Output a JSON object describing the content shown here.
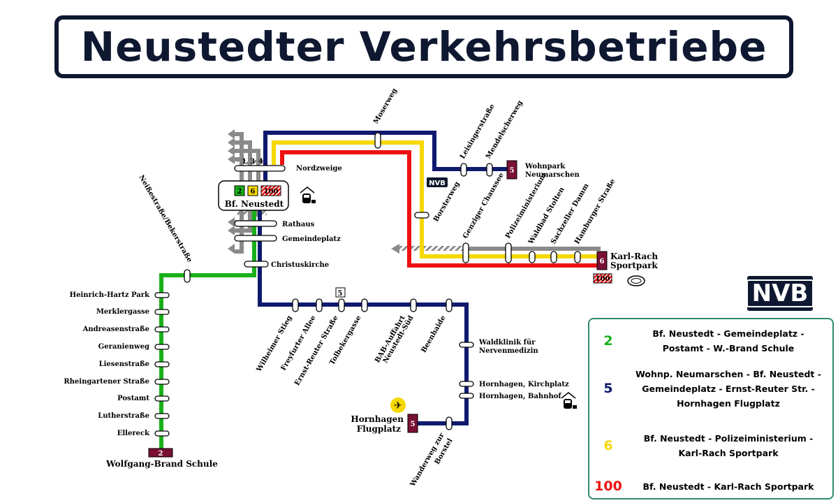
{
  "title": "Neustedter Verkehrsbetriebe",
  "logo_text": "NVB",
  "colors": {
    "line2": "#1ab01a",
    "line5": "#0f1a6e",
    "line6": "#f5d800",
    "line100": "#ee1111",
    "navy": "#0e1830",
    "terminal": "#7a1035",
    "grey": "#8a8a8a"
  },
  "hub": {
    "name": "Bf. Neustedt",
    "badges": [
      "2",
      "6",
      "100"
    ]
  },
  "grey_line_labels": [
    "1",
    "3",
    "4"
  ],
  "terminals": {
    "wolfgang": "2",
    "wohnpark": "5",
    "flughafen": "5",
    "sportpark": "6",
    "sportpark_100": "100"
  },
  "route_marker_5": "5",
  "nvb_tag": "NVB",
  "stations": {
    "nordzweige": "Nordzweige",
    "rathaus": "Rathaus",
    "gemeindeplatz": "Gemeindeplatz",
    "christuskirche": "Christuskirche",
    "moserweg": "Moserweg",
    "leisingerstrasse": "Leisingerstraße",
    "mendelscherweg": "Mendelscherweg",
    "wohnpark_1": "Wohnpark",
    "wohnpark_2": "Neumarschen",
    "borsterweg": "Borsterweg",
    "genziger": "Genziger Chaussee",
    "polizei": "Polizeiministerium",
    "waldbad": "Waldbad Stolten",
    "sachzeller": "Sachzeller Damm",
    "hamburger": "Hamburger Straße",
    "sportpark_1": "Karl-Rach",
    "sportpark_2": "Sportpark",
    "neissestrasse": "Neißestraße/Bekerstraße",
    "heinrich": "Heinrich-Hartz Park",
    "merkler": "Merklergasse",
    "andreas": "Andreasenstraße",
    "geranien": "Geranienweg",
    "liesen": "Liesenstraße",
    "rheingartener": "Rheingartener Straße",
    "postamt": "Postamt",
    "luther": "Lutherstraße",
    "ellereck": "Ellereck",
    "wolfgang": "Wolfgang-Brand Schule",
    "wilheimer": "Wilheimer Stieg",
    "freyfurter": "Freyfurter Allee",
    "ernst_reuter": "Ernst-Reuter Straße",
    "tolbeker": "Tolbekergasse",
    "bab_1": "BAB-Auffahrt",
    "bab_2": "Neustedt-Süd",
    "beenhaide": "Beenhaide",
    "waldklinik_1": "Waldklinik für",
    "waldklinik_2": "Nervenmedizin",
    "kirchplatz": "Hornhagen, Kirchplatz",
    "bahnhof": "Hornhagen, Bahnhof",
    "flugplatz_1": "Hornhagen",
    "flugplatz_2": "Flugplatz",
    "wanderweg_1": "Wanderweg zur",
    "wanderweg_2": "Borstel"
  },
  "legend": [
    {
      "line": "2",
      "color": "#1ab01a",
      "text": [
        "Bf. Neustedt - Gemeindeplatz -",
        "Postamt - W.-Brand Schule"
      ]
    },
    {
      "line": "5",
      "color": "#0f1a6e",
      "text": [
        "Wohnp. Neumarschen - Bf. Neustedt -",
        "Gemeindeplatz - Ernst-Reuter Str. -",
        "Hornhagen Flugplatz"
      ]
    },
    {
      "line": "6",
      "color": "#f5d800",
      "text": [
        "Bf. Neustedt - Polizeiministerium -",
        "Karl-Rach Sportpark"
      ]
    },
    {
      "line": "100",
      "color": "#ee1111",
      "text": [
        "Bf. Neustedt - Karl-Rach Sportpark"
      ]
    }
  ]
}
